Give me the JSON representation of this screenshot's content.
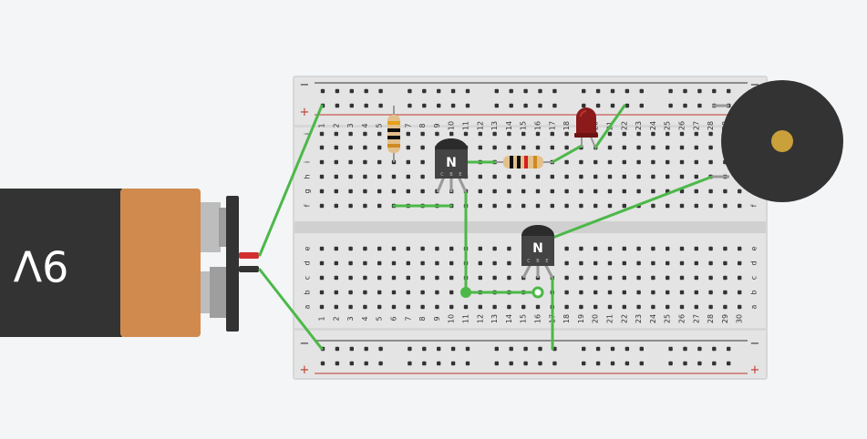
{
  "battery": {
    "label": "9V",
    "colors": {
      "body": "#333333",
      "band": "#d08a4e",
      "terminal": "#b8b8b8",
      "snap": "#333333"
    }
  },
  "breadboard": {
    "columns": [
      "1",
      "2",
      "3",
      "4",
      "5",
      "6",
      "7",
      "8",
      "9",
      "10",
      "11",
      "12",
      "13",
      "14",
      "15",
      "16",
      "17",
      "18",
      "19",
      "20",
      "21",
      "22",
      "23",
      "24",
      "25",
      "26",
      "27",
      "28",
      "29",
      "30"
    ],
    "top_rows": [
      "j",
      "i",
      "h",
      "g",
      "f"
    ],
    "bottom_rows": [
      "e",
      "d",
      "c",
      "b",
      "a"
    ],
    "rail_minus": "−",
    "rail_plus": "+",
    "colors": {
      "board": "#dddddd",
      "rail_red": "#c0392b",
      "rail_black": "#333333",
      "hole": "#333333"
    }
  },
  "components": {
    "transistor_1": {
      "label": "N",
      "pins": [
        "C",
        "B",
        "E"
      ]
    },
    "transistor_2": {
      "label": "N",
      "pins": [
        "C",
        "B",
        "E"
      ]
    },
    "resistor_1": {
      "bands": [
        "#e3a21a",
        "#111111",
        "#111111",
        "#cf8a1e"
      ]
    },
    "resistor_2": {
      "bands": [
        "#111111",
        "#111111",
        "#d41f1f",
        "#cf8a1e"
      ]
    },
    "led": {
      "color": "#8b1a1a"
    },
    "buzzer": {
      "body_color": "#333333",
      "center_color": "#c9a03a"
    }
  },
  "wire_color": "#4cb848"
}
